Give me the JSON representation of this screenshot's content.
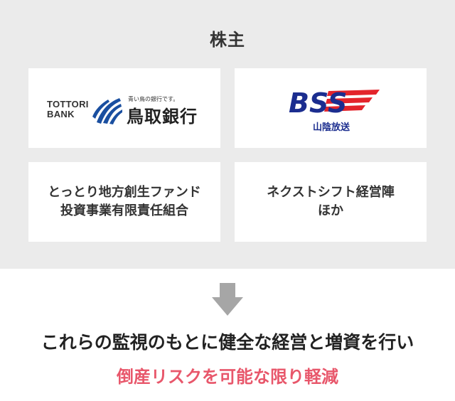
{
  "section": {
    "title": "株主"
  },
  "shareholders": [
    {
      "type": "logo",
      "logo_name": "tottori-bank-logo",
      "english_line1": "TOTTORI",
      "english_line2": "BANK",
      "tagline": "青い鳥の銀行です。",
      "name": "鳥取銀行"
    },
    {
      "type": "logo",
      "logo_name": "bss-logo",
      "mark_text": "BSS",
      "name": "山陰放送"
    },
    {
      "type": "text",
      "line1": "とっとり地方創生ファンド",
      "line2": "投資事業有限責任組合"
    },
    {
      "type": "text",
      "line1": "ネクストシフト経営陣",
      "line2": "ほか"
    }
  ],
  "arrow_icon": "down-arrow-icon",
  "headline": "これらの監視のもとに健全な経営と増資を行い",
  "subline": "倒産リスクを可能な限り軽減",
  "colors": {
    "panel_bg": "#ebebeb",
    "card_bg": "#ffffff",
    "text": "#333333",
    "accent_pink": "#e8576b",
    "arrow_gray": "#a6a6a6",
    "tottori_blue": "#1a4fa0",
    "bss_navy": "#1b2d8f",
    "bss_red": "#e3242b"
  }
}
